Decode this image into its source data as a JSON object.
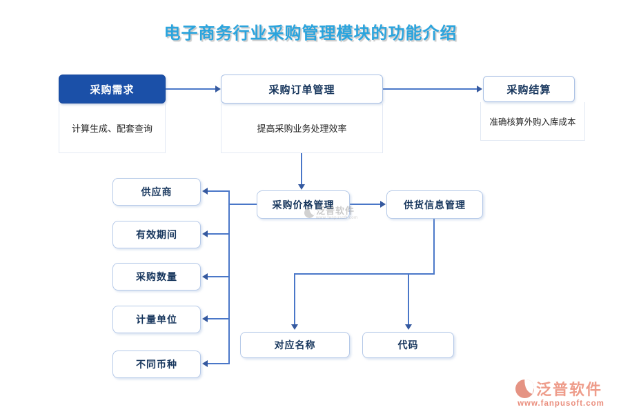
{
  "title": "电子商务行业采购管理模块的功能介绍",
  "nodes": {
    "demand": {
      "label": "采购需求",
      "desc": "计算生成、配套查询"
    },
    "order": {
      "label": "采购订单管理",
      "desc": "提高采购业务处理效率"
    },
    "settlement": {
      "label": "采购结算",
      "desc": "准确核算外购入库成本"
    },
    "price": {
      "label": "采购价格管理"
    },
    "supply": {
      "label": "供货信息管理"
    },
    "factors": [
      "供应商",
      "有效期间",
      "采购数量",
      "计量单位",
      "不同币种"
    ],
    "outputs": [
      "对应名称",
      "代码"
    ]
  },
  "watermark": {
    "name": "泛普软件",
    "url": "www.fanpusoft.com"
  },
  "brand": {
    "name": "泛普软件",
    "url": "www.fanpusoft.com"
  },
  "colors": {
    "title": "#2ba4dd",
    "primary_fill": "#1b50a8",
    "node_text": "#17365d",
    "connector": "#4a77c8",
    "brand": "#ee9c8a"
  }
}
